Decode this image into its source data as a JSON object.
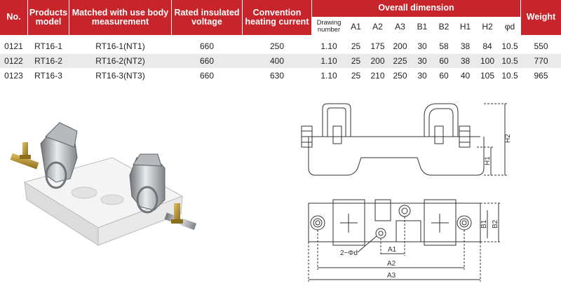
{
  "table": {
    "headers": {
      "no": "No.",
      "model": "Products model",
      "matched": "Matched with use body measurement",
      "voltage": "Rated insulated voltage",
      "current": "Convention heating current",
      "overall": "Overall dimension",
      "weight": "Weight"
    },
    "sub_headers": [
      "Drawing number",
      "A1",
      "A2",
      "A3",
      "B1",
      "B2",
      "H1",
      "H2",
      "φd"
    ],
    "rows": [
      [
        "0121",
        "RT16-1",
        "RT16-1(NT1)",
        "660",
        "250",
        "1.10",
        "25",
        "175",
        "200",
        "30",
        "58",
        "38",
        "84",
        "10.5",
        "550"
      ],
      [
        "0122",
        "RT16-2",
        "RT16-2(NT2)",
        "660",
        "400",
        "1.10",
        "25",
        "200",
        "225",
        "30",
        "60",
        "38",
        "100",
        "10.5",
        "770"
      ],
      [
        "0123",
        "RT16-3",
        "RT16-3(NT3)",
        "660",
        "630",
        "1.10",
        "25",
        "210",
        "250",
        "30",
        "60",
        "40",
        "105",
        "10.5",
        "965"
      ]
    ]
  },
  "drawing": {
    "labels": {
      "h1": "H1",
      "h2": "H2",
      "b1": "B1",
      "b2": "B2",
      "a1": "A1",
      "a2": "A2",
      "a3": "A3",
      "hole": "2−Φd"
    }
  },
  "colors": {
    "header_red": "#c8242b",
    "row_alt": "#eaeaea"
  }
}
